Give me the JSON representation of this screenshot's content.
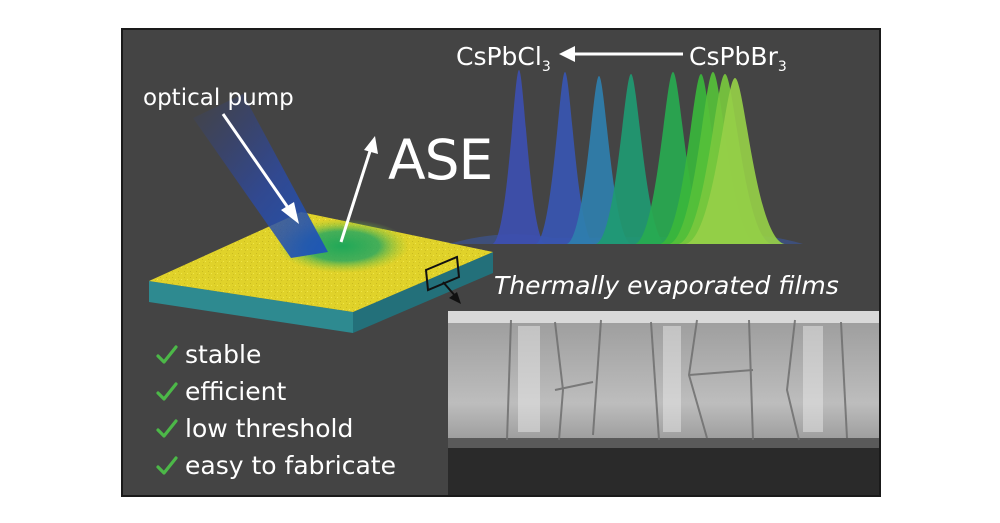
{
  "labels": {
    "pump": "optical pump",
    "ase": "ASE",
    "chloride": "CsPbCl",
    "chloride_sub": "3",
    "bromide": "CsPbBr",
    "bromide_sub": "3",
    "films": "Thermally evaporated films"
  },
  "features": [
    "stable",
    "efficient",
    "low threshold",
    "easy to fabricate"
  ],
  "colors": {
    "background": "#444444",
    "film_top": "#e2d42a",
    "film_side": "#2e8a90",
    "check": "#4cb848",
    "arrow": "#ffffff"
  },
  "spectrum_peaks": [
    {
      "color": "#3d4fb0"
    },
    {
      "color": "#3856b2"
    },
    {
      "color": "#2f7fae"
    },
    {
      "color": "#1f9a72"
    },
    {
      "color": "#28aa50"
    },
    {
      "color": "#3ab63c"
    },
    {
      "color": "#56c03a"
    },
    {
      "color": "#78c83e"
    },
    {
      "color": "#96cf48"
    }
  ]
}
